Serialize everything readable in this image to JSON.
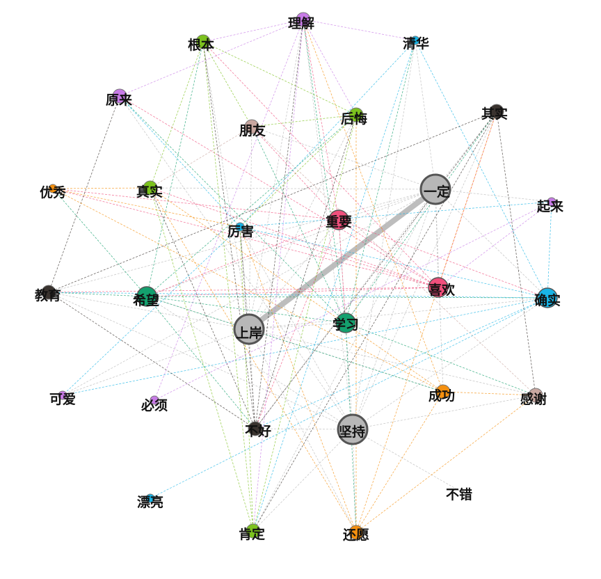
{
  "nodes": [
    {
      "id": "一定",
      "color": "#b7b7b7",
      "size": "large"
    },
    {
      "id": "上岸",
      "color": "#b7b7b7",
      "size": "large"
    },
    {
      "id": "坚持",
      "color": "#b7b7b7",
      "size": "large"
    },
    {
      "id": "重要",
      "color": "#f04f7c",
      "size": "medium"
    },
    {
      "id": "喜欢",
      "color": "#f04f7c",
      "size": "medium"
    },
    {
      "id": "希望",
      "color": "#14a06e",
      "size": "medium"
    },
    {
      "id": "学习",
      "color": "#14a06e",
      "size": "medium"
    },
    {
      "id": "确实",
      "color": "#19b4e6",
      "size": "medium"
    },
    {
      "id": "教育",
      "color": "#3a332f",
      "size": "small"
    },
    {
      "id": "不好",
      "color": "#3a332f",
      "size": "small"
    },
    {
      "id": "其实",
      "color": "#3a332f",
      "size": "small"
    },
    {
      "id": "朋友",
      "color": "#c9a7a0",
      "size": "small"
    },
    {
      "id": "感谢",
      "color": "#c9a7a0",
      "size": "small"
    },
    {
      "id": "理解",
      "color": "#c77be6",
      "size": "small"
    },
    {
      "id": "原来",
      "color": "#c77be6",
      "size": "small"
    },
    {
      "id": "起来",
      "color": "#c77be6",
      "size": "tiny"
    },
    {
      "id": "可爱",
      "color": "#c77be6",
      "size": "tiny"
    },
    {
      "id": "必须",
      "color": "#c77be6",
      "size": "tiny"
    },
    {
      "id": "根本",
      "color": "#7cc21e",
      "size": "small"
    },
    {
      "id": "后悔",
      "color": "#7cc21e",
      "size": "small"
    },
    {
      "id": "真实",
      "color": "#7cc21e",
      "size": "small"
    },
    {
      "id": "肯定",
      "color": "#7cc21e",
      "size": "small"
    },
    {
      "id": "清华",
      "color": "#19b4e6",
      "size": "tiny"
    },
    {
      "id": "厉害",
      "color": "#19b4e6",
      "size": "tiny"
    },
    {
      "id": "漂亮",
      "color": "#19b4e6",
      "size": "tiny"
    },
    {
      "id": "优秀",
      "color": "#f5900f",
      "size": "tiny"
    },
    {
      "id": "成功",
      "color": "#f5900f",
      "size": "small"
    },
    {
      "id": "还愿",
      "color": "#f5900f",
      "size": "small"
    },
    {
      "id": "不错",
      "color": "#f5900f",
      "size": "none"
    }
  ],
  "edges": [
    [
      "一定",
      "上岸",
      "heavy"
    ],
    [
      "一定",
      "重要"
    ],
    [
      "一定",
      "喜欢"
    ],
    [
      "一定",
      "希望"
    ],
    [
      "一定",
      "学习"
    ],
    [
      "一定",
      "确实"
    ],
    [
      "一定",
      "教育"
    ],
    [
      "一定",
      "不好"
    ],
    [
      "一定",
      "坚持"
    ],
    [
      "一定",
      "其实"
    ],
    [
      "一定",
      "朋友"
    ],
    [
      "一定",
      "成功"
    ],
    [
      "一定",
      "清华"
    ],
    [
      "一定",
      "起来"
    ],
    [
      "一定",
      "真实"
    ],
    [
      "一定",
      "肯定"
    ],
    [
      "一定",
      "可爱"
    ],
    [
      "上岸",
      "希望"
    ],
    [
      "上岸",
      "成功"
    ],
    [
      "上岸",
      "还愿"
    ],
    [
      "上岸",
      "学习"
    ],
    [
      "上岸",
      "重要"
    ],
    [
      "上岸",
      "教育"
    ],
    [
      "上岸",
      "根本"
    ],
    [
      "上岸",
      "理解"
    ],
    [
      "上岸",
      "确实"
    ],
    [
      "上岸",
      "厉害"
    ],
    [
      "上岸",
      "感谢"
    ],
    [
      "上岸",
      "可爱"
    ],
    [
      "上岸",
      "后悔"
    ],
    [
      "上岸",
      "朋友"
    ],
    [
      "上岸",
      "不好"
    ],
    [
      "坚持",
      "希望"
    ],
    [
      "坚持",
      "重要"
    ],
    [
      "坚持",
      "确实"
    ],
    [
      "坚持",
      "其实"
    ],
    [
      "坚持",
      "肯定"
    ],
    [
      "坚持",
      "还愿"
    ],
    [
      "坚持",
      "理解"
    ],
    [
      "坚持",
      "教育"
    ],
    [
      "坚持",
      "感谢"
    ],
    [
      "坚持",
      "清华"
    ],
    [
      "坚持",
      "不好"
    ],
    [
      "坚持",
      "厉害"
    ],
    [
      "坚持",
      "原来"
    ],
    [
      "坚持",
      "不错"
    ],
    [
      "重要",
      "优秀"
    ],
    [
      "重要",
      "朋友"
    ],
    [
      "重要",
      "希望"
    ],
    [
      "重要",
      "喜欢"
    ],
    [
      "重要",
      "确实"
    ],
    [
      "重要",
      "不好"
    ],
    [
      "重要",
      "理解"
    ],
    [
      "重要",
      "学习"
    ],
    [
      "喜欢",
      "优秀"
    ],
    [
      "喜欢",
      "厉害"
    ],
    [
      "喜欢",
      "希望"
    ],
    [
      "喜欢",
      "教育"
    ],
    [
      "喜欢",
      "根本"
    ],
    [
      "喜欢",
      "原来"
    ],
    [
      "喜欢",
      "真实"
    ],
    [
      "喜欢",
      "其实"
    ],
    [
      "希望",
      "学习"
    ],
    [
      "希望",
      "确实"
    ],
    [
      "希望",
      "教育"
    ],
    [
      "希望",
      "后悔"
    ],
    [
      "希望",
      "根本"
    ],
    [
      "希望",
      "优秀"
    ],
    [
      "希望",
      "不好"
    ],
    [
      "希望",
      "成功"
    ],
    [
      "学习",
      "清华"
    ],
    [
      "学习",
      "理解"
    ],
    [
      "学习",
      "朋友"
    ],
    [
      "学习",
      "原来"
    ],
    [
      "学习",
      "还愿"
    ],
    [
      "学习",
      "感谢"
    ],
    [
      "学习",
      "其实"
    ],
    [
      "确实",
      "清华"
    ],
    [
      "确实",
      "起来"
    ],
    [
      "确实",
      "漂亮"
    ],
    [
      "确实",
      "教育"
    ],
    [
      "确实",
      "厉害"
    ],
    [
      "确实",
      "不好"
    ],
    [
      "确实",
      "可爱"
    ],
    [
      "教育",
      "其实"
    ],
    [
      "教育",
      "原来"
    ],
    [
      "教育",
      "不好"
    ],
    [
      "不好",
      "根本"
    ],
    [
      "不好",
      "真实"
    ],
    [
      "不好",
      "理解"
    ],
    [
      "不好",
      "后悔"
    ],
    [
      "不好",
      "其实"
    ],
    [
      "不好",
      "厉害"
    ],
    [
      "其实",
      "感谢"
    ],
    [
      "其实",
      "肯定"
    ],
    [
      "肯定",
      "根本"
    ],
    [
      "肯定",
      "真实"
    ],
    [
      "肯定",
      "后悔"
    ],
    [
      "肯定",
      "厉害"
    ],
    [
      "还愿",
      "成功"
    ],
    [
      "还愿",
      "感谢"
    ],
    [
      "还愿",
      "厉害"
    ],
    [
      "还愿",
      "真实"
    ],
    [
      "还愿",
      "后悔"
    ],
    [
      "还愿",
      "其实"
    ],
    [
      "成功",
      "优秀"
    ],
    [
      "成功",
      "真实"
    ],
    [
      "成功",
      "理解"
    ],
    [
      "成功",
      "感谢"
    ],
    [
      "理解",
      "根本"
    ],
    [
      "理解",
      "原来"
    ],
    [
      "理解",
      "后悔"
    ],
    [
      "理解",
      "清华"
    ],
    [
      "理解",
      "必须"
    ],
    [
      "理解",
      "肯定"
    ],
    [
      "根本",
      "后悔"
    ],
    [
      "根本",
      "朋友"
    ],
    [
      "根本",
      "真实"
    ],
    [
      "后悔",
      "朋友"
    ],
    [
      "后悔",
      "厉害"
    ],
    [
      "朋友",
      "感谢"
    ],
    [
      "朋友",
      "真实"
    ],
    [
      "清华",
      "厉害"
    ],
    [
      "清华",
      "肯定"
    ],
    [
      "厉害",
      "起来"
    ],
    [
      "厉害",
      "原来"
    ],
    [
      "厉害",
      "可爱"
    ],
    [
      "起来",
      "必须"
    ],
    [
      "起来",
      "喜欢"
    ],
    [
      "优秀",
      "真实"
    ],
    [
      "优秀",
      "厉害"
    ]
  ]
}
